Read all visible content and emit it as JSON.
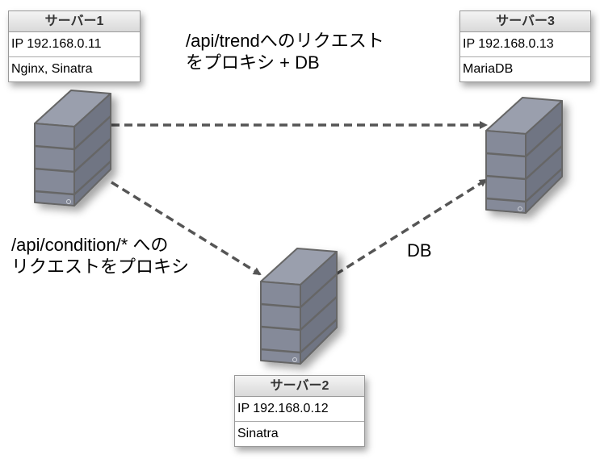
{
  "servers": [
    {
      "id": "server1",
      "title": "サーバー1",
      "ip": "IP 192.168.0.11",
      "software": "Nginx, Sinatra"
    },
    {
      "id": "server2",
      "title": "サーバー2",
      "ip": "IP 192.168.0.12",
      "software": "Sinatra"
    },
    {
      "id": "server3",
      "title": "サーバー3",
      "ip": "IP 192.168.0.13",
      "software": "MariaDB"
    }
  ],
  "connections": [
    {
      "from": "server1",
      "to": "server3",
      "label_lines": [
        "/api/trendへのリクエスト",
        "をプロキシ + DB"
      ]
    },
    {
      "from": "server1",
      "to": "server2",
      "label_lines": [
        "/api/condition/* への",
        "リクエストをプロキシ"
      ]
    },
    {
      "from": "server2",
      "to": "server3",
      "label_lines": [
        "DB"
      ]
    }
  ],
  "colors": {
    "server_front": "#858a99",
    "server_side": "#6f7483",
    "server_top": "#9a9fad",
    "outline": "#666666",
    "arrow": "#555555"
  }
}
